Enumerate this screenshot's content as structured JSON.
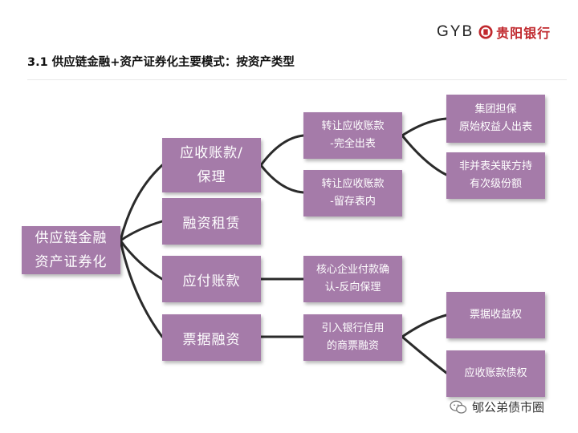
{
  "header": {
    "logo_text": "GYB",
    "logo_cn": "贵阳银行",
    "title": "3.1 供应链金融+资产证券化主要模式：按资产类型"
  },
  "diagram": {
    "root": "供应链金融\n资产证券化",
    "categories": [
      "应收账款/\n保理",
      "融资租赁",
      "应付账款",
      "票据融资"
    ],
    "modes": [
      "转让应收账款\n-完全出表",
      "转让应收账款\n-留存表内",
      "核心企业付款确\n认-反向保理",
      "引入银行信用\n的商票融资"
    ],
    "details": [
      "集团担保\n原始权益人出表",
      "非并表关联方持\n有次级份额",
      "票据收益权",
      "应收账款债权"
    ]
  },
  "colors": {
    "node": "#a57ba9",
    "line": "#2b2b2b",
    "brand": "#c0282d"
  },
  "watermark": {
    "text": "郇公弟债市圈"
  }
}
